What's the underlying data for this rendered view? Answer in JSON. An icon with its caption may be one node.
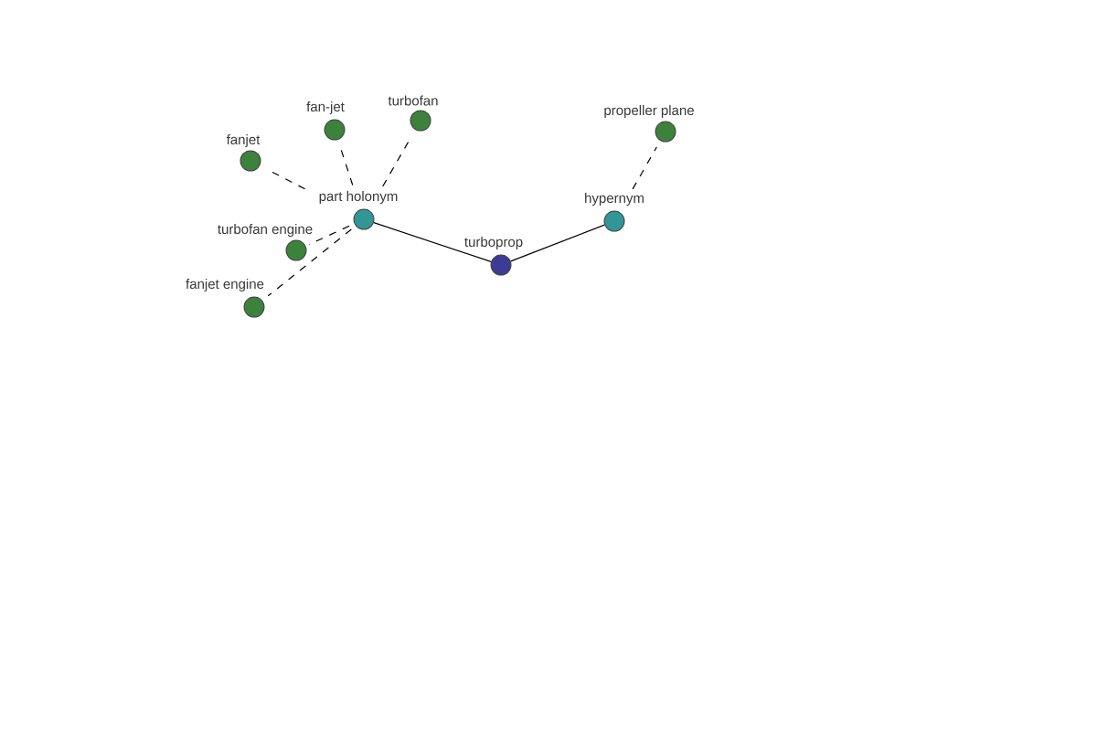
{
  "diagram": {
    "nodes": [
      {
        "text": [
          "turboprop"
        ]
      },
      {
        "text": [
          "part holonym"
        ]
      },
      {
        "text": [
          "hypernym"
        ]
      },
      {
        "text": [
          "fanjet"
        ]
      },
      {
        "text": [
          "fan-jet"
        ]
      },
      {
        "text": [
          "turbofan"
        ]
      },
      {
        "text": [
          "turbofan engine"
        ]
      },
      {
        "text": [
          "fanjet engine"
        ]
      },
      {
        "text": [
          "propeller plane"
        ]
      }
    ],
    "edges": [
      {
        "from": 0,
        "to": 1,
        "arrow": "none"
      },
      {
        "from": 0,
        "to": 2,
        "arrow": "none"
      },
      {
        "from": 1,
        "to": 3,
        "arrow": "none",
        "style": "dashed"
      },
      {
        "from": 1,
        "to": 4,
        "arrow": "none",
        "style": "dashed"
      },
      {
        "from": 1,
        "to": 5,
        "arrow": "none",
        "style": "dashed"
      },
      {
        "from": 1,
        "to": 6,
        "arrow": "none",
        "style": "dashed"
      },
      {
        "from": 1,
        "to": 7,
        "arrow": "none",
        "style": "dashed"
      },
      {
        "from": 2,
        "to": 8,
        "arrow": "none",
        "style": "dashed"
      }
    ]
  }
}
